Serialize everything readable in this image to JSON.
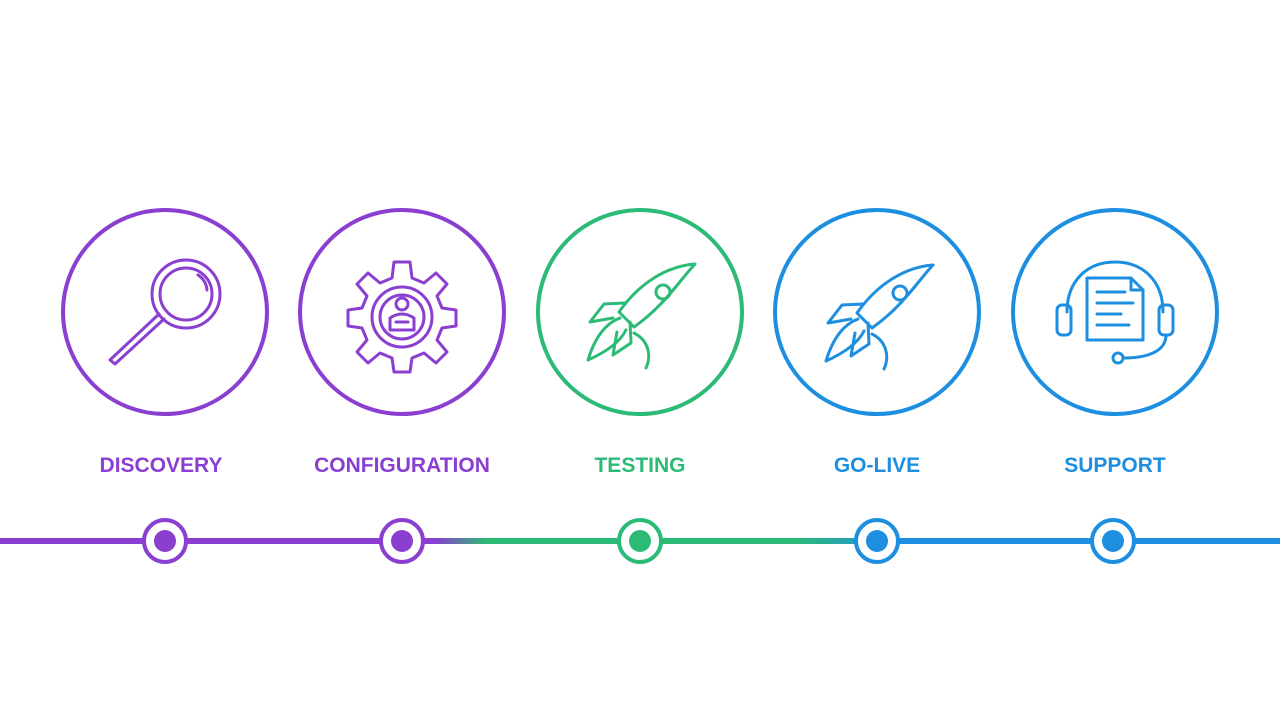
{
  "steps": [
    {
      "label": "DISCOVERY",
      "icon": "magnifying-glass-icon",
      "color": "#8a3fd1"
    },
    {
      "label": "CONFIGURATION",
      "icon": "gear-icon",
      "color": "#8a3fd1"
    },
    {
      "label": "TESTING",
      "icon": "rocket-icon",
      "color": "#2cbb77"
    },
    {
      "label": "GO-LIVE",
      "icon": "rocket-icon",
      "color": "#1e8fe0"
    },
    {
      "label": "SUPPORT",
      "icon": "headset-document-icon",
      "color": "#1e8fe0"
    }
  ],
  "colors": {
    "purple": "#8a3fd1",
    "green": "#2cbb77",
    "blue": "#1e8fe0"
  }
}
